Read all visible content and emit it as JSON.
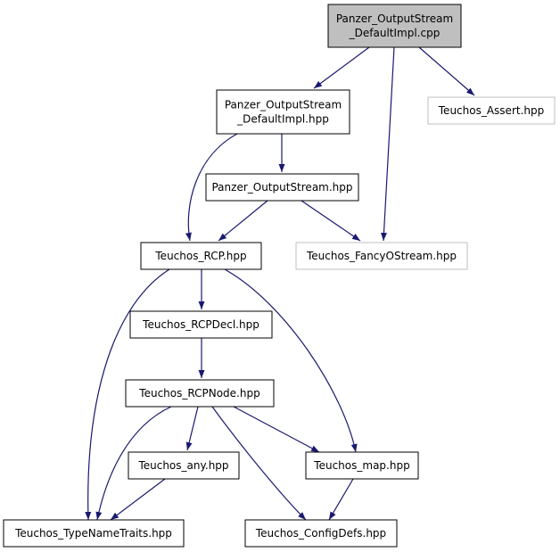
{
  "colors": {
    "edge": "#191970",
    "root_fill": "#bfbfbf",
    "node_fill": "#ffffff",
    "node_border": "#000000",
    "external_border": "#bfbfbf"
  },
  "nodes": {
    "root": {
      "lines": [
        "Panzer_OutputStream",
        "_DefaultImpl.cpp"
      ]
    },
    "impl_hpp": {
      "lines": [
        "Panzer_OutputStream",
        "_DefaultImpl.hpp"
      ]
    },
    "assert": {
      "lines": [
        "Teuchos_Assert.hpp"
      ]
    },
    "outputstream": {
      "lines": [
        "Panzer_OutputStream.hpp"
      ]
    },
    "rcp": {
      "lines": [
        "Teuchos_RCP.hpp"
      ]
    },
    "fancyostream": {
      "lines": [
        "Teuchos_FancyOStream.hpp"
      ]
    },
    "rcpdecl": {
      "lines": [
        "Teuchos_RCPDecl.hpp"
      ]
    },
    "rcpnode": {
      "lines": [
        "Teuchos_RCPNode.hpp"
      ]
    },
    "any": {
      "lines": [
        "Teuchos_any.hpp"
      ]
    },
    "map": {
      "lines": [
        "Teuchos_map.hpp"
      ]
    },
    "typenametraits": {
      "lines": [
        "Teuchos_TypeNameTraits.hpp"
      ]
    },
    "configdefs": {
      "lines": [
        "Teuchos_ConfigDefs.hpp"
      ]
    }
  }
}
